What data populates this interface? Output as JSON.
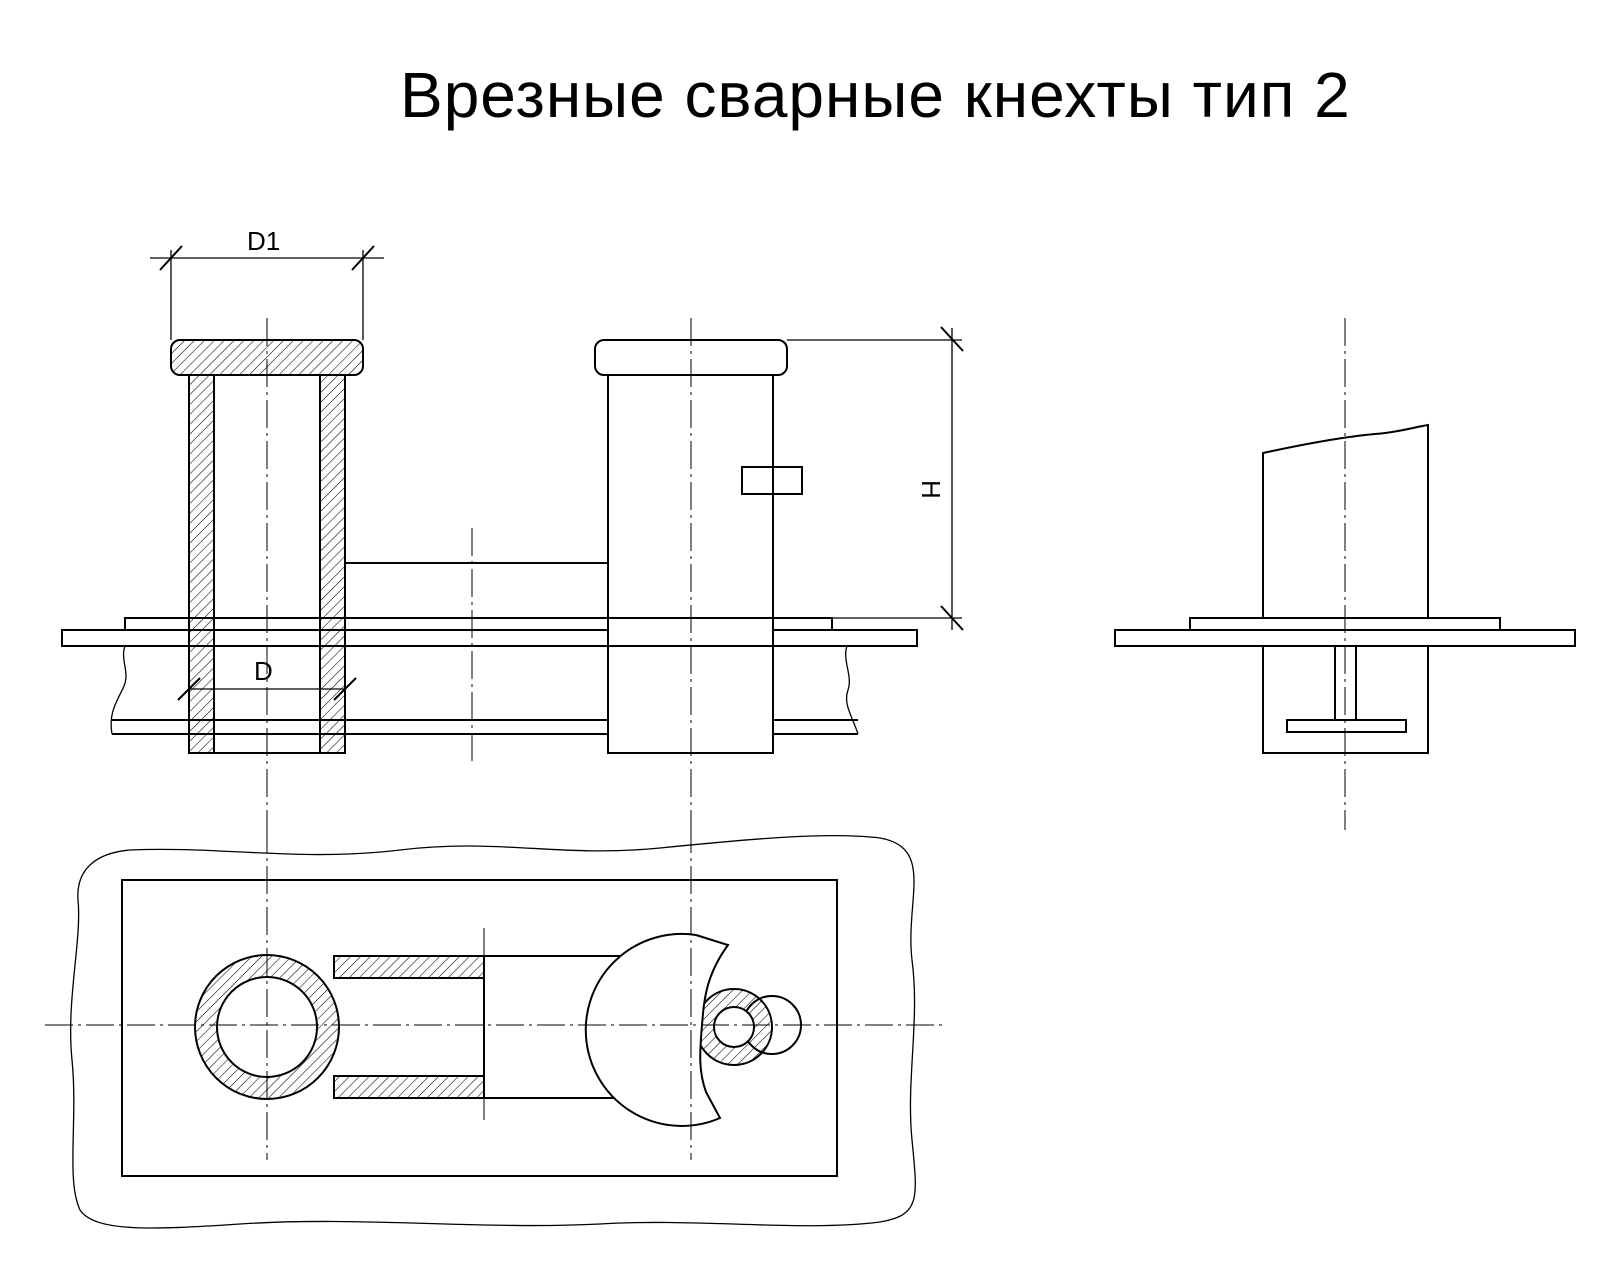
{
  "title": "Врезные сварные кнехты тип 2",
  "dimensions": {
    "d1": "D1",
    "d": "D",
    "h": "H"
  },
  "colors": {
    "line": "#000000",
    "background": "#ffffff"
  }
}
